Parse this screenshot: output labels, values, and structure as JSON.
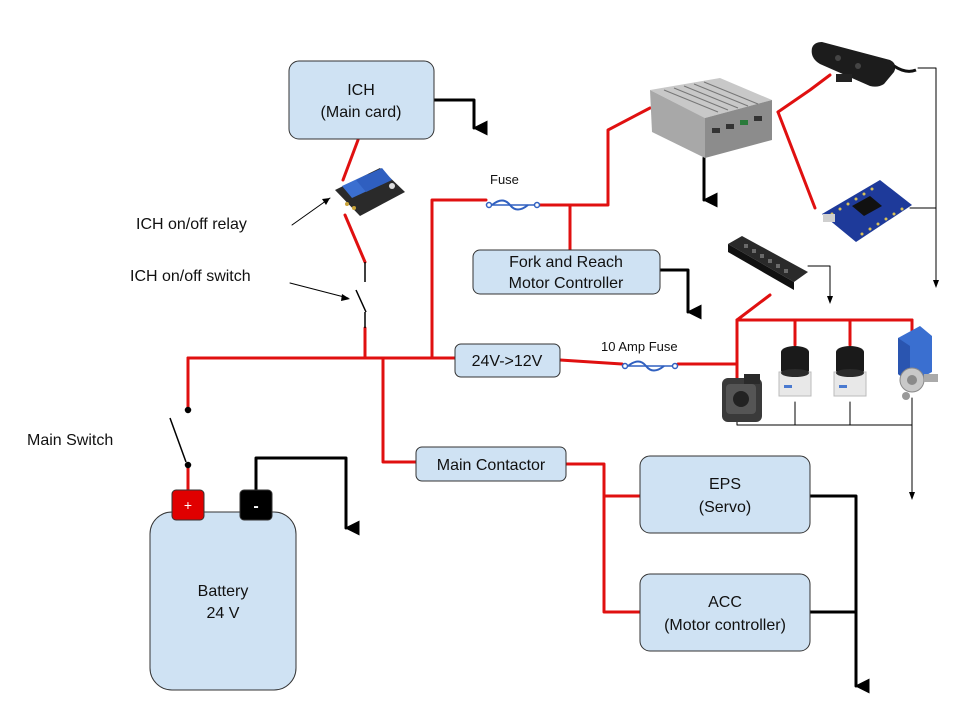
{
  "colors": {
    "box_fill": "#cfe2f3",
    "box_stroke": "#333333",
    "power_wire": "#e01010",
    "ground_wire": "#000000",
    "fuse": "#3060c0",
    "battery_pos": "#e00000",
    "battery_neg": "#000000"
  },
  "boxes": {
    "ich_line1": "ICH",
    "ich_line2": "(Main card)",
    "fork_line1": "Fork and Reach",
    "fork_line2": "Motor Controller",
    "converter": "24V->12V",
    "main_contactor": "Main Contactor",
    "eps_line1": "EPS",
    "eps_line2": "(Servo)",
    "acc_line1": "ACC",
    "acc_line2": "(Motor controller)",
    "battery_line1": "Battery",
    "battery_line2": "24 V"
  },
  "battery": {
    "pos_symbol": "+",
    "neg_symbol": "-"
  },
  "labels": {
    "ich_relay": "ICH on/off relay",
    "ich_switch": "ICH on/off switch",
    "main_switch": "Main Switch",
    "fuse": "Fuse",
    "fuse_10a": "10 Amp Fuse"
  },
  "icons": [
    "relay-module-icon",
    "industrial-pc-icon",
    "depth-camera-icon",
    "microcontroller-board-icon",
    "io-hub-icon",
    "servo-motor-icon",
    "lidar-sensor-icon",
    "encoder-sensor-icon"
  ]
}
